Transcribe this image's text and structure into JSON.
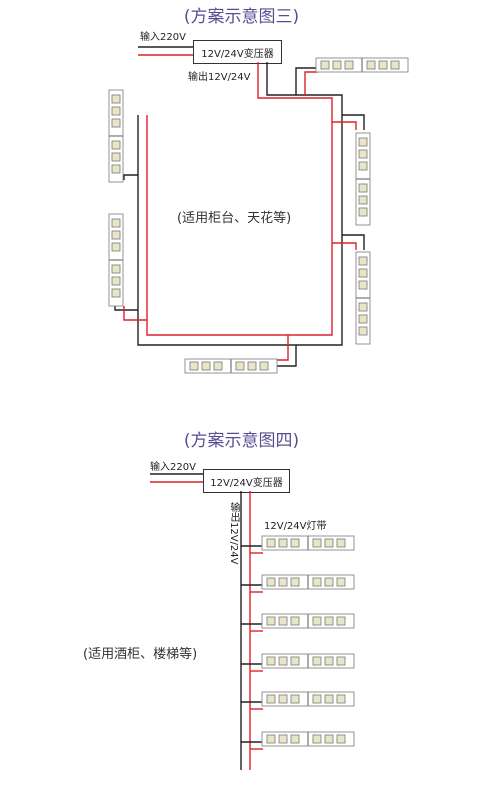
{
  "diagram3": {
    "title": "(方案示意图三)",
    "input_label": "输入220V",
    "transformer_label": "12V/24V变压器",
    "output_label": "输出12V/24V",
    "usage_note": "(适用柜台、天花等)"
  },
  "diagram4": {
    "title": "(方案示意图四)",
    "input_label": "输入220V",
    "transformer_label": "12V/24V变压器",
    "output_label": "输出12V/24V",
    "strip_label": "12V/24V灯带",
    "usage_note": "(适用酒柜、楼梯等)"
  },
  "colors": {
    "title": "#5a4d93",
    "red_wire": "#e0202a",
    "black_wire": "#222222",
    "led": "#e9e6c8"
  }
}
